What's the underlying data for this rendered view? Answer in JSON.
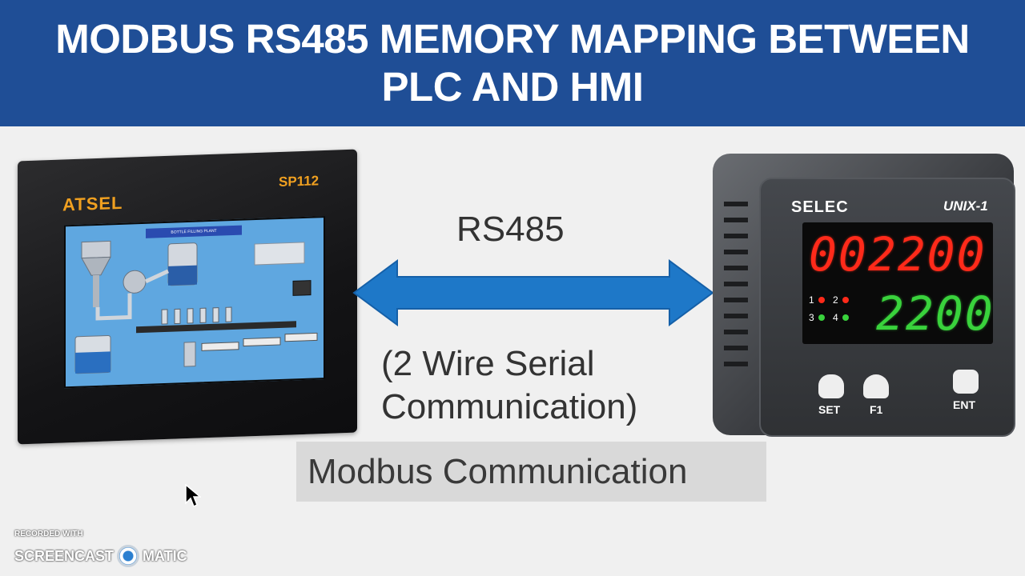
{
  "title": {
    "line1": "MODBUS RS485 MEMORY MAPPING BETWEEN",
    "line2": "PLC AND HMI"
  },
  "hmi": {
    "brand": "ATSEL",
    "model": "SP112",
    "screen_title": "BOTTLE FILLING PLANT"
  },
  "link": {
    "protocol": "RS485",
    "description_line1": "(2 Wire Serial",
    "description_line2": "Communication)",
    "mode_label": "Modbus Communication"
  },
  "controller": {
    "brand": "SELEC",
    "model": "UNIX-1",
    "display_top": "002200",
    "display_bottom": "2200",
    "led_labels": [
      "1",
      "2",
      "3",
      "4"
    ],
    "keys": [
      "SET",
      "F1",
      "ENT"
    ]
  },
  "watermark": {
    "small": "RECORDED WITH",
    "left": "SCREENCAST",
    "right": "MATIC"
  },
  "colors": {
    "title_bg": "#1f4e96",
    "arrow": "#1e78c8",
    "hmi_accent": "#f0a020",
    "display_red": "#ff2a1a",
    "display_green": "#39d23c"
  }
}
